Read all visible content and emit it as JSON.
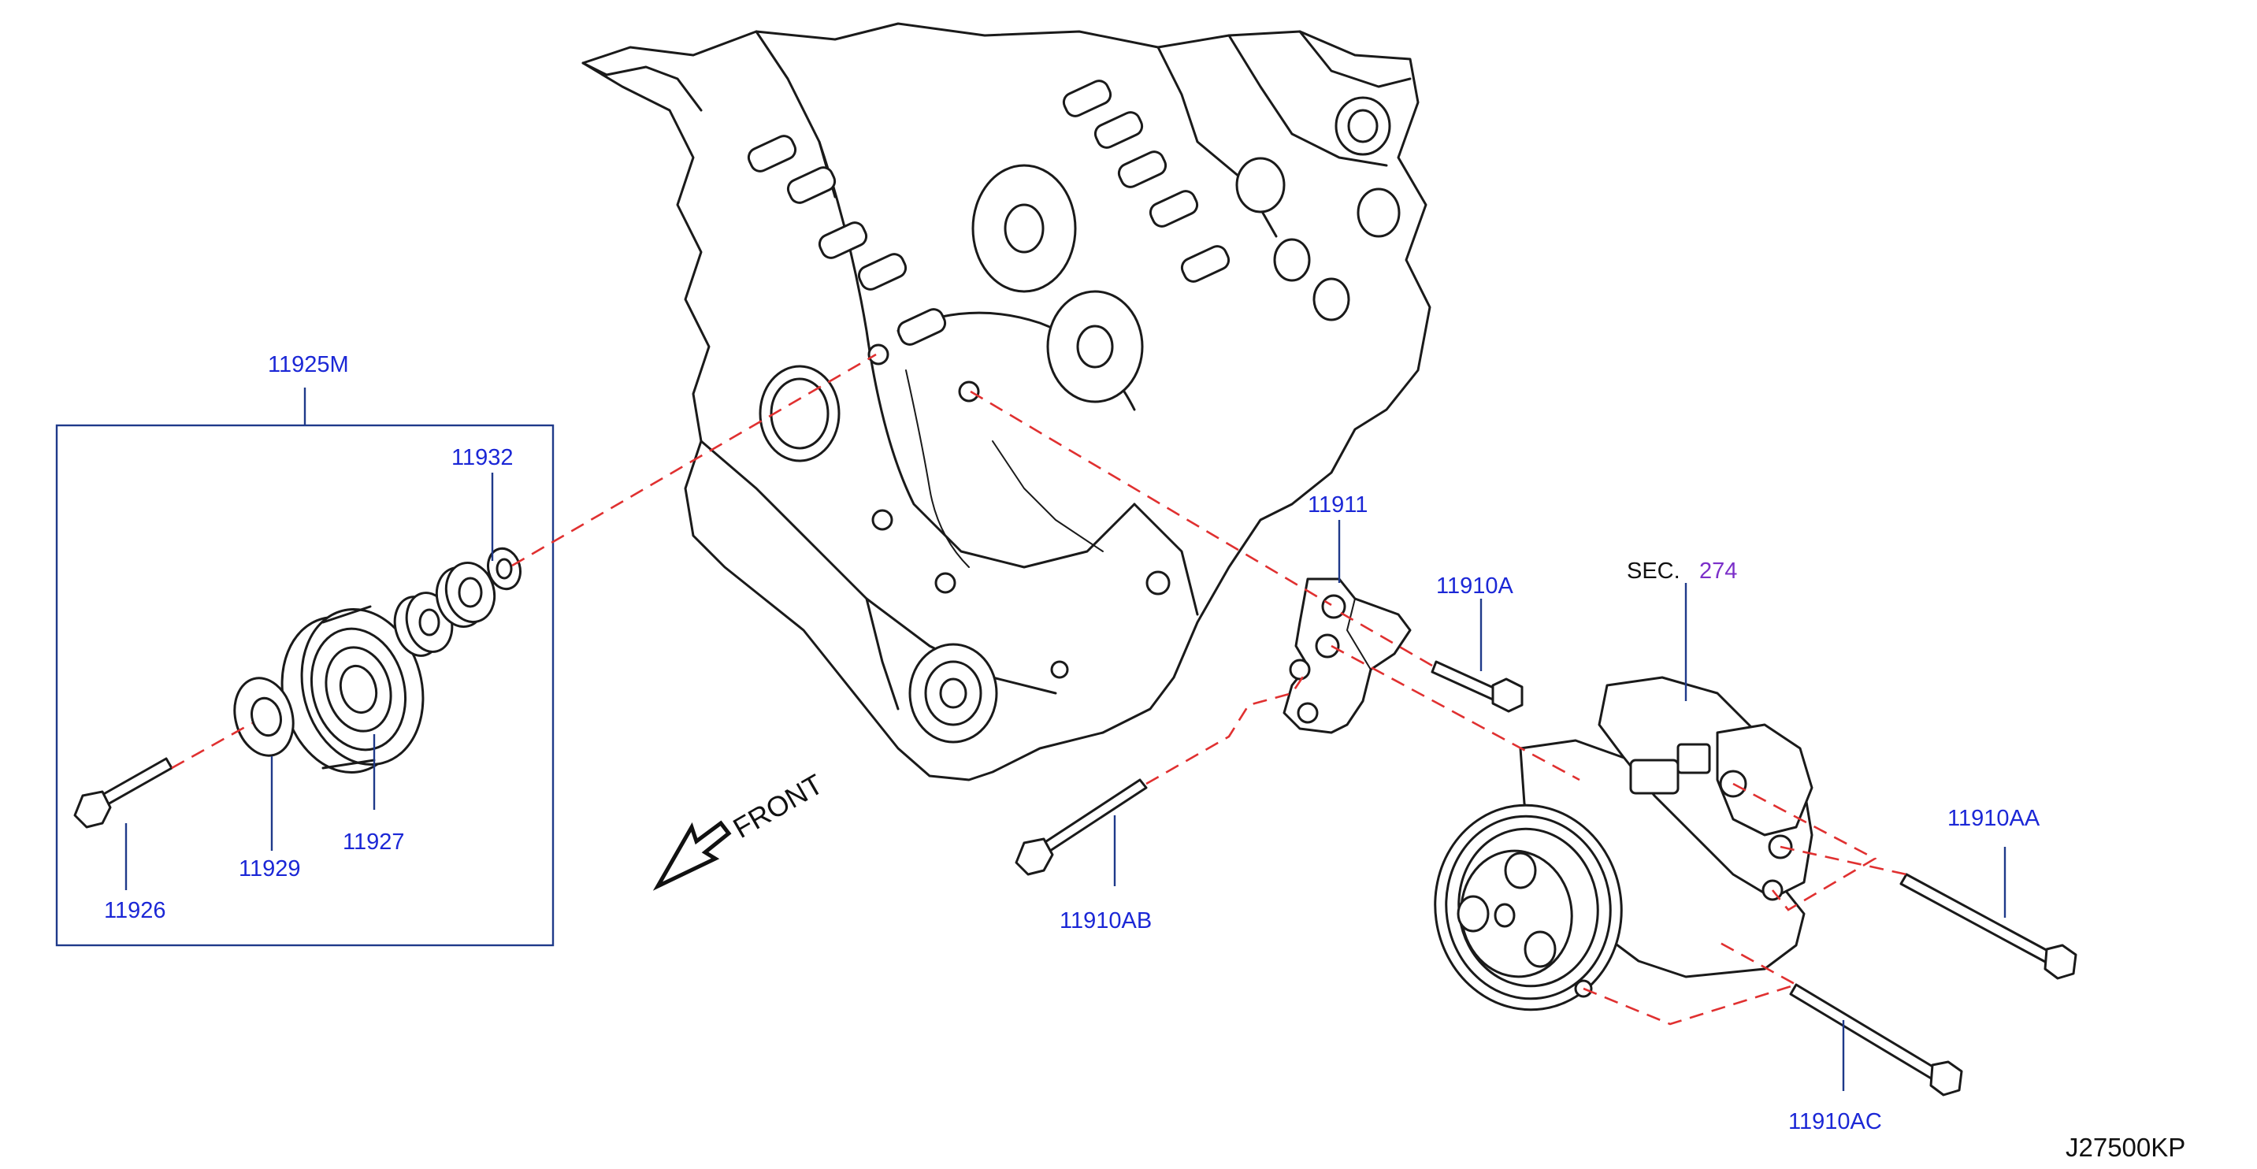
{
  "diagram": {
    "drawing_code": "J27500KP",
    "front_label": "FRONT",
    "sec_prefix": "SEC.",
    "sec_number": "274",
    "colors": {
      "part_label": "#1b27d6",
      "section_link": "#7b2fc9",
      "alignment_line": "#e03030",
      "leader_line": "#1f3a8a"
    },
    "group": {
      "part_number": "11925M",
      "members": {
        "bolt": "11926",
        "washer": "11929",
        "pulley": "11927",
        "cap": "11932"
      }
    },
    "parts": {
      "bracket": "11911",
      "bolt_a": "11910A",
      "bolt_ab": "11910AB",
      "bolt_aa": "11910AA",
      "bolt_ac": "11910AC"
    },
    "icons": [
      "front-arrow-icon",
      "engine-block",
      "compressor",
      "idler-pulley"
    ]
  }
}
